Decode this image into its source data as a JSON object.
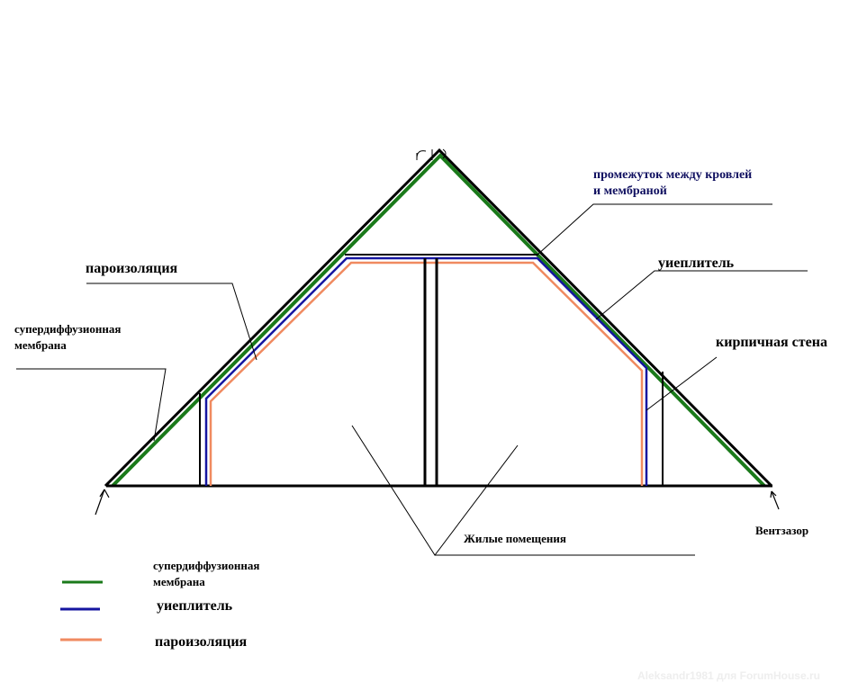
{
  "colors": {
    "membrane": "#1a7a1a",
    "insulation": "#1515a0",
    "vapor_barrier": "#f08a60",
    "structure": "#000000"
  },
  "labels": {
    "gap": "промежуток между кровлей",
    "gap2": "и мембраной",
    "insulation": "уиеплитель",
    "brick_wall": "кирпичная стена",
    "vapor_barrier": "пароизоляция",
    "membrane": "супердиффузионная",
    "membrane2": "мембрана",
    "living": "Жилые помещения",
    "vent_gap": "Вентзазор"
  },
  "legend": [
    {
      "label": "супердиффузионная",
      "label2": "мембрана",
      "color_key": "membrane"
    },
    {
      "label": "уиеплитель",
      "color_key": "insulation"
    },
    {
      "label": "пароизоляция",
      "color_key": "vapor_barrier"
    }
  ],
  "watermark": "Aleksandr1981 для ForumHouse.ru"
}
